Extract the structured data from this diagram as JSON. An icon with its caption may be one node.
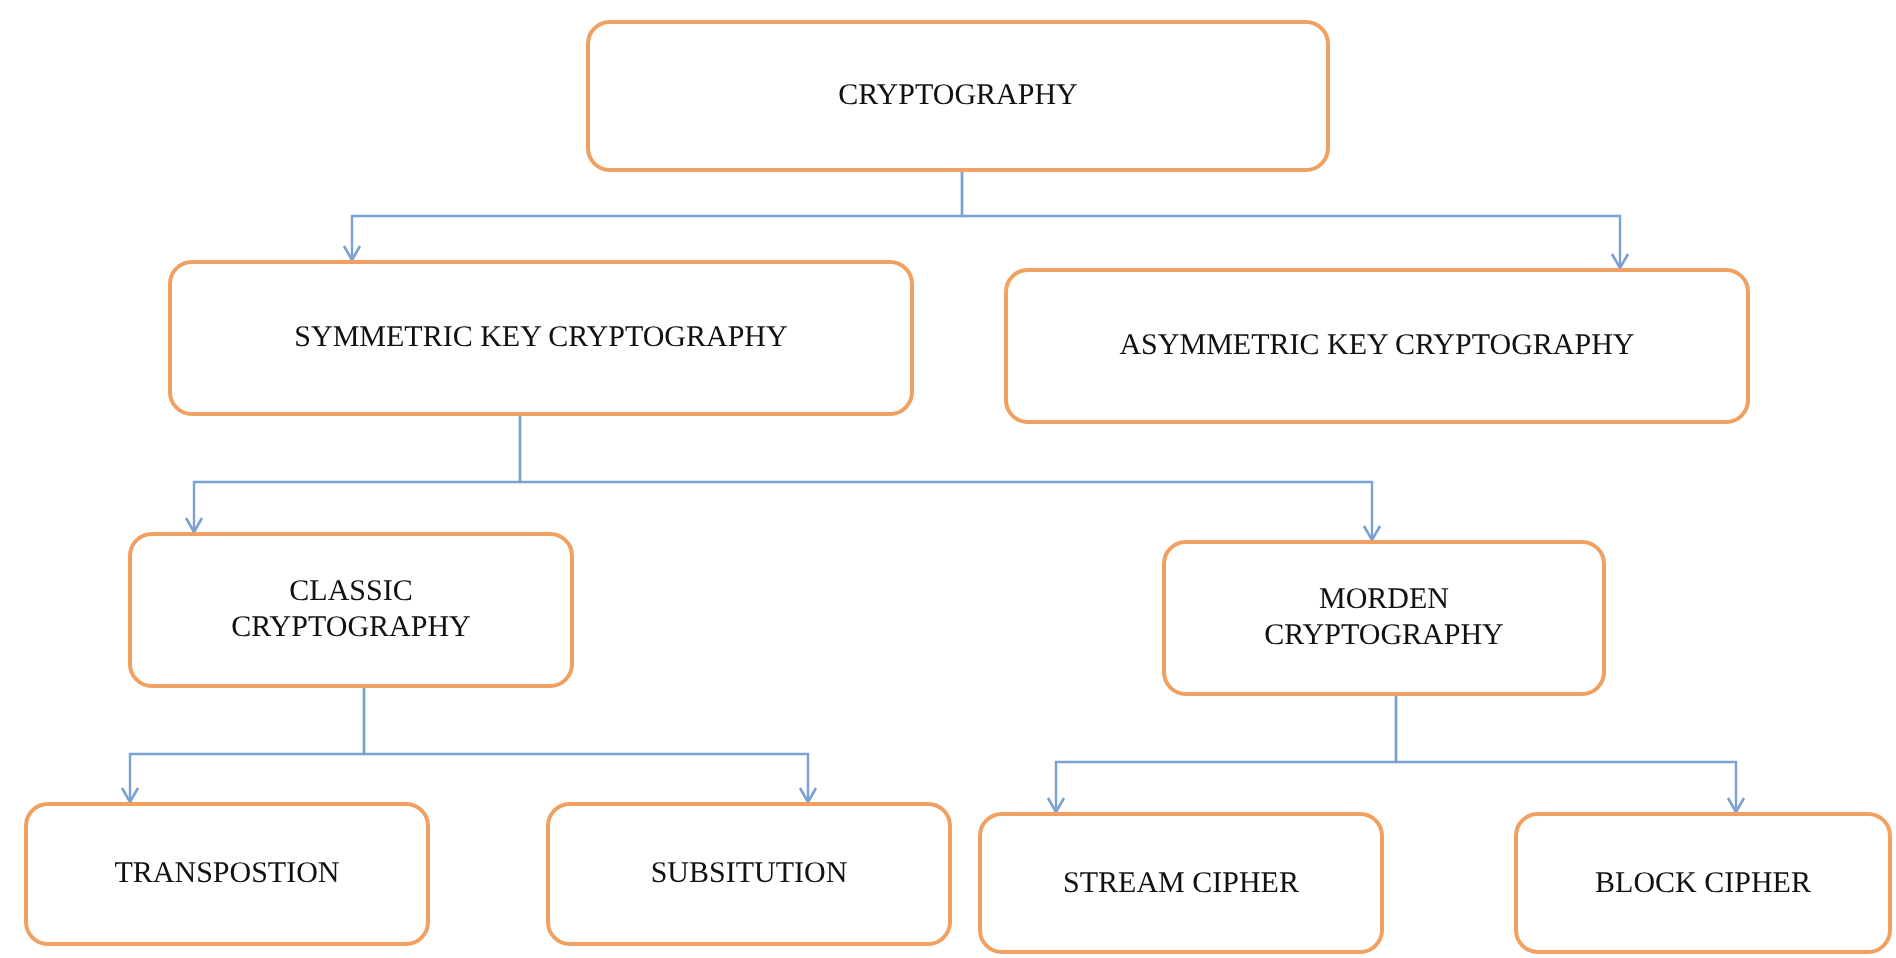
{
  "diagram": {
    "nodes": [
      {
        "text": [
          "CRYPTOGRAPHY"
        ]
      },
      {
        "text": [
          "SYMMETRIC KEY CRYPTOGRAPHY"
        ]
      },
      {
        "text": [
          "ASYMMETRIC KEY CRYPTOGRAPHY"
        ]
      },
      {
        "text": [
          "CLASSIC CRYPTOGRAPHY"
        ]
      },
      {
        "text": [
          "MORDEN CRYPTOGRAPHY"
        ]
      },
      {
        "text": [
          "TRANSPOSTION"
        ]
      },
      {
        "text": [
          "SUBSITUTION"
        ]
      },
      {
        "text": [
          "STREAM CIPHER"
        ]
      },
      {
        "text": [
          "BLOCK CIPHER"
        ]
      }
    ],
    "edges": [
      {
        "from": 0,
        "to": 1,
        "arrow": "to"
      },
      {
        "from": 0,
        "to": 2,
        "arrow": "to"
      },
      {
        "from": 1,
        "to": 3,
        "arrow": "to"
      },
      {
        "from": 1,
        "to": 4,
        "arrow": "to"
      },
      {
        "from": 3,
        "to": 5,
        "arrow": "to"
      },
      {
        "from": 3,
        "to": 6,
        "arrow": "to"
      },
      {
        "from": 4,
        "to": 7,
        "arrow": "to"
      },
      {
        "from": 4,
        "to": 8,
        "arrow": "to"
      }
    ]
  }
}
